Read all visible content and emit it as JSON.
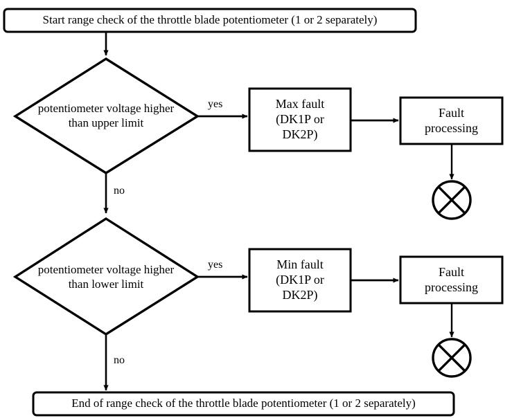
{
  "diagram": {
    "title": "Range check of the throttle blade potentiometer",
    "type": "flowchart",
    "background_color": "#ffffff",
    "stroke_color": "#000000",
    "text_color": "#000000"
  },
  "nodes": {
    "start": {
      "shape": "rounded-rectangle",
      "label": "Start range check of the throttle blade potentiometer (1 or 2 separately)"
    },
    "decision_upper": {
      "shape": "diamond",
      "label": "potentiometer voltage higher\nthan upper limit"
    },
    "max_fault": {
      "shape": "rectangle",
      "label": "Max fault\n(DK1P or\nDK2P)"
    },
    "fault_processing_upper": {
      "shape": "rectangle",
      "label": "Fault\nprocessing"
    },
    "terminator_upper": {
      "shape": "circle-with-cross",
      "label": ""
    },
    "decision_lower": {
      "shape": "diamond",
      "label": "potentiometer voltage higher\nthan lower limit"
    },
    "min_fault": {
      "shape": "rectangle",
      "label": "Min fault\n(DK1P or\nDK2P)"
    },
    "fault_processing_lower": {
      "shape": "rectangle",
      "label": "Fault\nprocessing"
    },
    "terminator_lower": {
      "shape": "circle-with-cross",
      "label": ""
    },
    "end": {
      "shape": "rounded-rectangle",
      "label": "End of range check of the throttle blade potentiometer (1 or 2 separately)"
    }
  },
  "edges": {
    "start_to_decision_upper": {
      "label": ""
    },
    "decision_upper_yes": {
      "label": "yes"
    },
    "decision_upper_no": {
      "label": "no"
    },
    "max_fault_to_processing": {
      "label": ""
    },
    "processing_upper_to_terminator": {
      "label": ""
    },
    "decision_lower_yes": {
      "label": "yes"
    },
    "decision_lower_no": {
      "label": "no"
    },
    "min_fault_to_processing": {
      "label": ""
    },
    "processing_lower_to_terminator": {
      "label": ""
    }
  }
}
